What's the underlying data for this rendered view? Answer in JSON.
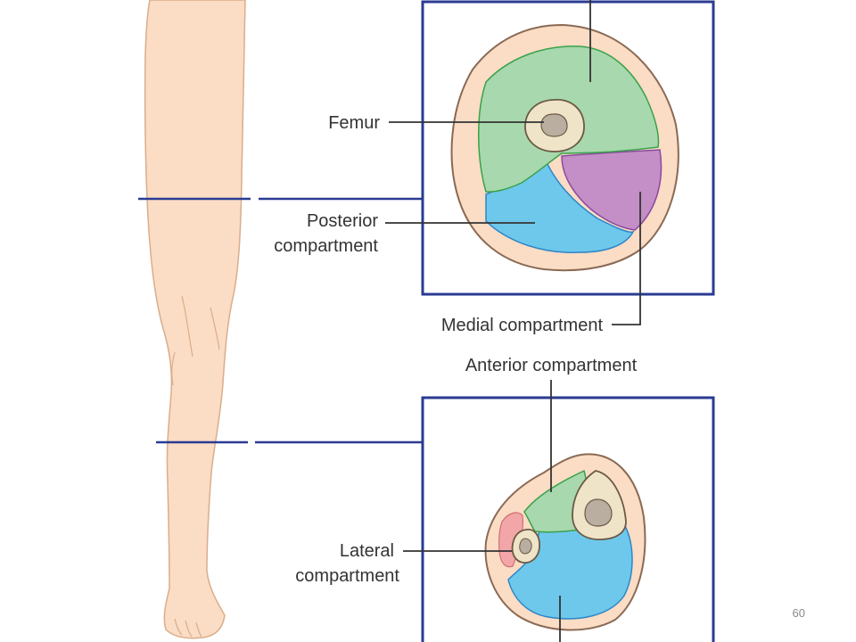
{
  "labels": {
    "femur": "Femur",
    "posterior_line1": "Posterior",
    "posterior_line2": "compartment",
    "medial": "Medial compartment",
    "anterior": "Anterior compartment",
    "lateral_line1": "Lateral",
    "lateral_line2": "compartment"
  },
  "page_number": "60",
  "colors": {
    "skin": "#fbdcc4",
    "skin_outline": "#d9ae8c",
    "anterior": "#a8d8ae",
    "anterior_outline": "#3aa14a",
    "posterior": "#6ec8ec",
    "posterior_outline": "#2d86c8",
    "medial": "#c48ec6",
    "medial_outline": "#8a4b9e",
    "lateral": "#f2a6a8",
    "bone": "#efe4c8",
    "marrow": "#b9aea0",
    "frame": "#2a3b92",
    "leader": "#333333"
  }
}
